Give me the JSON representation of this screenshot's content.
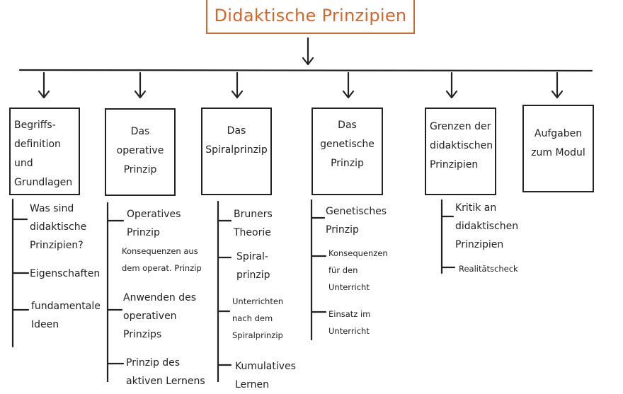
{
  "title": "Didaktische Prinzipien",
  "colors": {
    "accent": "#d4662a",
    "line": "#222222"
  },
  "columns": [
    {
      "heading": "Begriffs-\ndefinition und\nGrundlagen",
      "items": [
        "Was sind\ndidaktische\nPrinzipien?",
        "Eigenschaften",
        "fundamentale\nIdeen"
      ]
    },
    {
      "heading": "Das\noperative\nPrinzip",
      "items": [
        "Operatives\nPrinzip",
        "Konsequenzen aus\ndem operat. Prinzip",
        "Anwenden des\noperativen\nPrinzips",
        "Prinzip des\naktiven Lernens"
      ]
    },
    {
      "heading": "Das\nSpiralprinzip",
      "items": [
        "Bruners\nTheorie",
        "Spiral-\nprinzip",
        "Unterrichten\nnach dem\nSpiralprinzip",
        "Kumulatives\nLernen"
      ]
    },
    {
      "heading": "Das\ngenetische\nPrinzip",
      "items": [
        "Genetisches\nPrinzip",
        "Konsequenzen\nfür den\nUnterricht",
        "Einsatz im\nUnterricht"
      ]
    },
    {
      "heading": "Grenzen der\ndidaktischen\nPrinzipien",
      "items": [
        "Kritik an\ndidaktischen\nPrinzipien",
        "Realitätscheck"
      ]
    },
    {
      "heading": "Aufgaben\nzum Modul",
      "items": []
    }
  ]
}
